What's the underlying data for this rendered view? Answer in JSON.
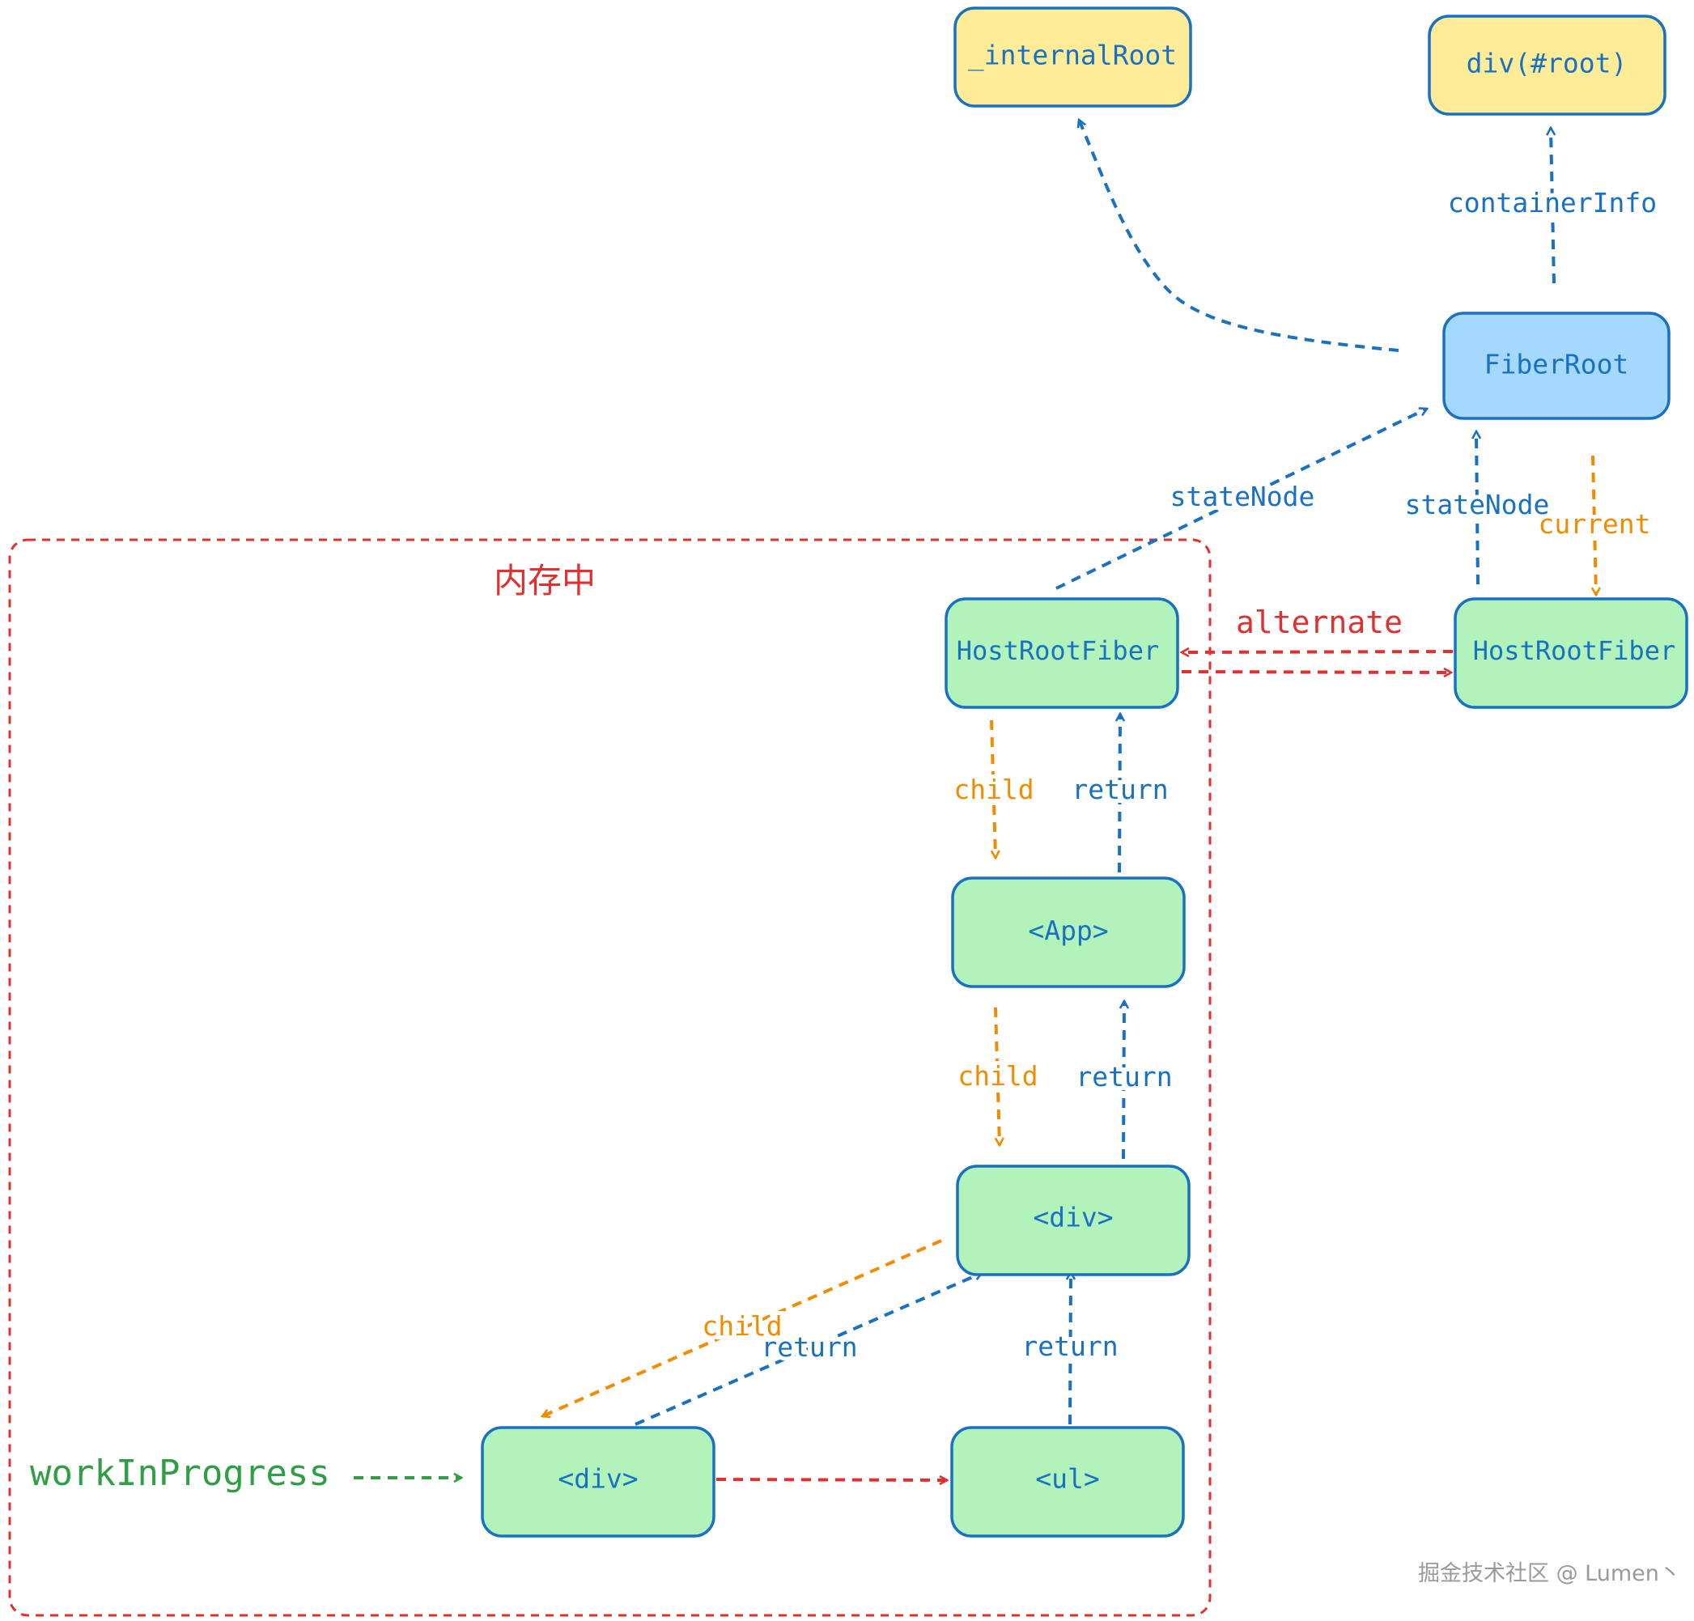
{
  "colors": {
    "blue": "#1971c2",
    "red": "#e03131",
    "orange": "#f08c00",
    "green": "#2f9e44",
    "yellow_fill": "#ffec99",
    "lightblue_fill": "#a5d8ff",
    "green_fill": "#b2f2bb"
  },
  "nodes": {
    "internal_root": "_internalRoot",
    "div_root": "div(#root)",
    "fiber_root": "FiberRoot",
    "host_root_fiber_wip": "HostRootFiber",
    "host_root_fiber_current": "HostRootFiber",
    "app": "<App>",
    "div_parent": "<div>",
    "div_child": "<div>",
    "ul": "<ul>"
  },
  "labels": {
    "container_info": "containerInfo",
    "state_node_wip": "stateNode",
    "state_node_current": "stateNode",
    "current": "current",
    "alternate": "alternate",
    "child_1": "child",
    "return_1": "return",
    "child_2": "child",
    "return_2": "return",
    "child_3": "child",
    "return_3": "return",
    "return_4": "return",
    "work_in_progress": "workInProgress",
    "in_memory": "内存中"
  },
  "watermark": "掘金技术社区 @ Lumen丶"
}
